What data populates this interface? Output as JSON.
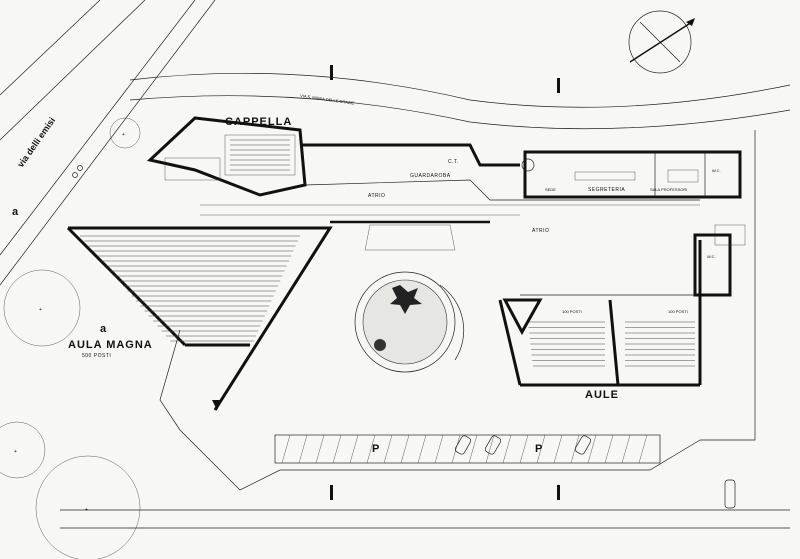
{
  "plan": {
    "road_left": "via delli emisi",
    "road_top": "VIA S. MARIA DELLE GRAZIE",
    "chapel": "CAPPELLA",
    "main_hall": "AULA MAGNA",
    "main_hall_seats": "500 POSTI",
    "classrooms": "AULE",
    "atrium_1": "ATRIO",
    "atrium_2": "ATRIO",
    "cloakroom": "GUARDAROBA",
    "ct": "C.T.",
    "secretariat": "SEGRETERIA",
    "professors": "SALA PROFESSORI",
    "wc_1": "W.C.",
    "wc_2": "W.C.",
    "seat_label": "SEDE",
    "class_seats_1": "100 POSTI",
    "class_seats_2": "100 POSTI",
    "parking_1": "P",
    "parking_2": "P",
    "north_marker": "a",
    "section_marker": "a"
  }
}
